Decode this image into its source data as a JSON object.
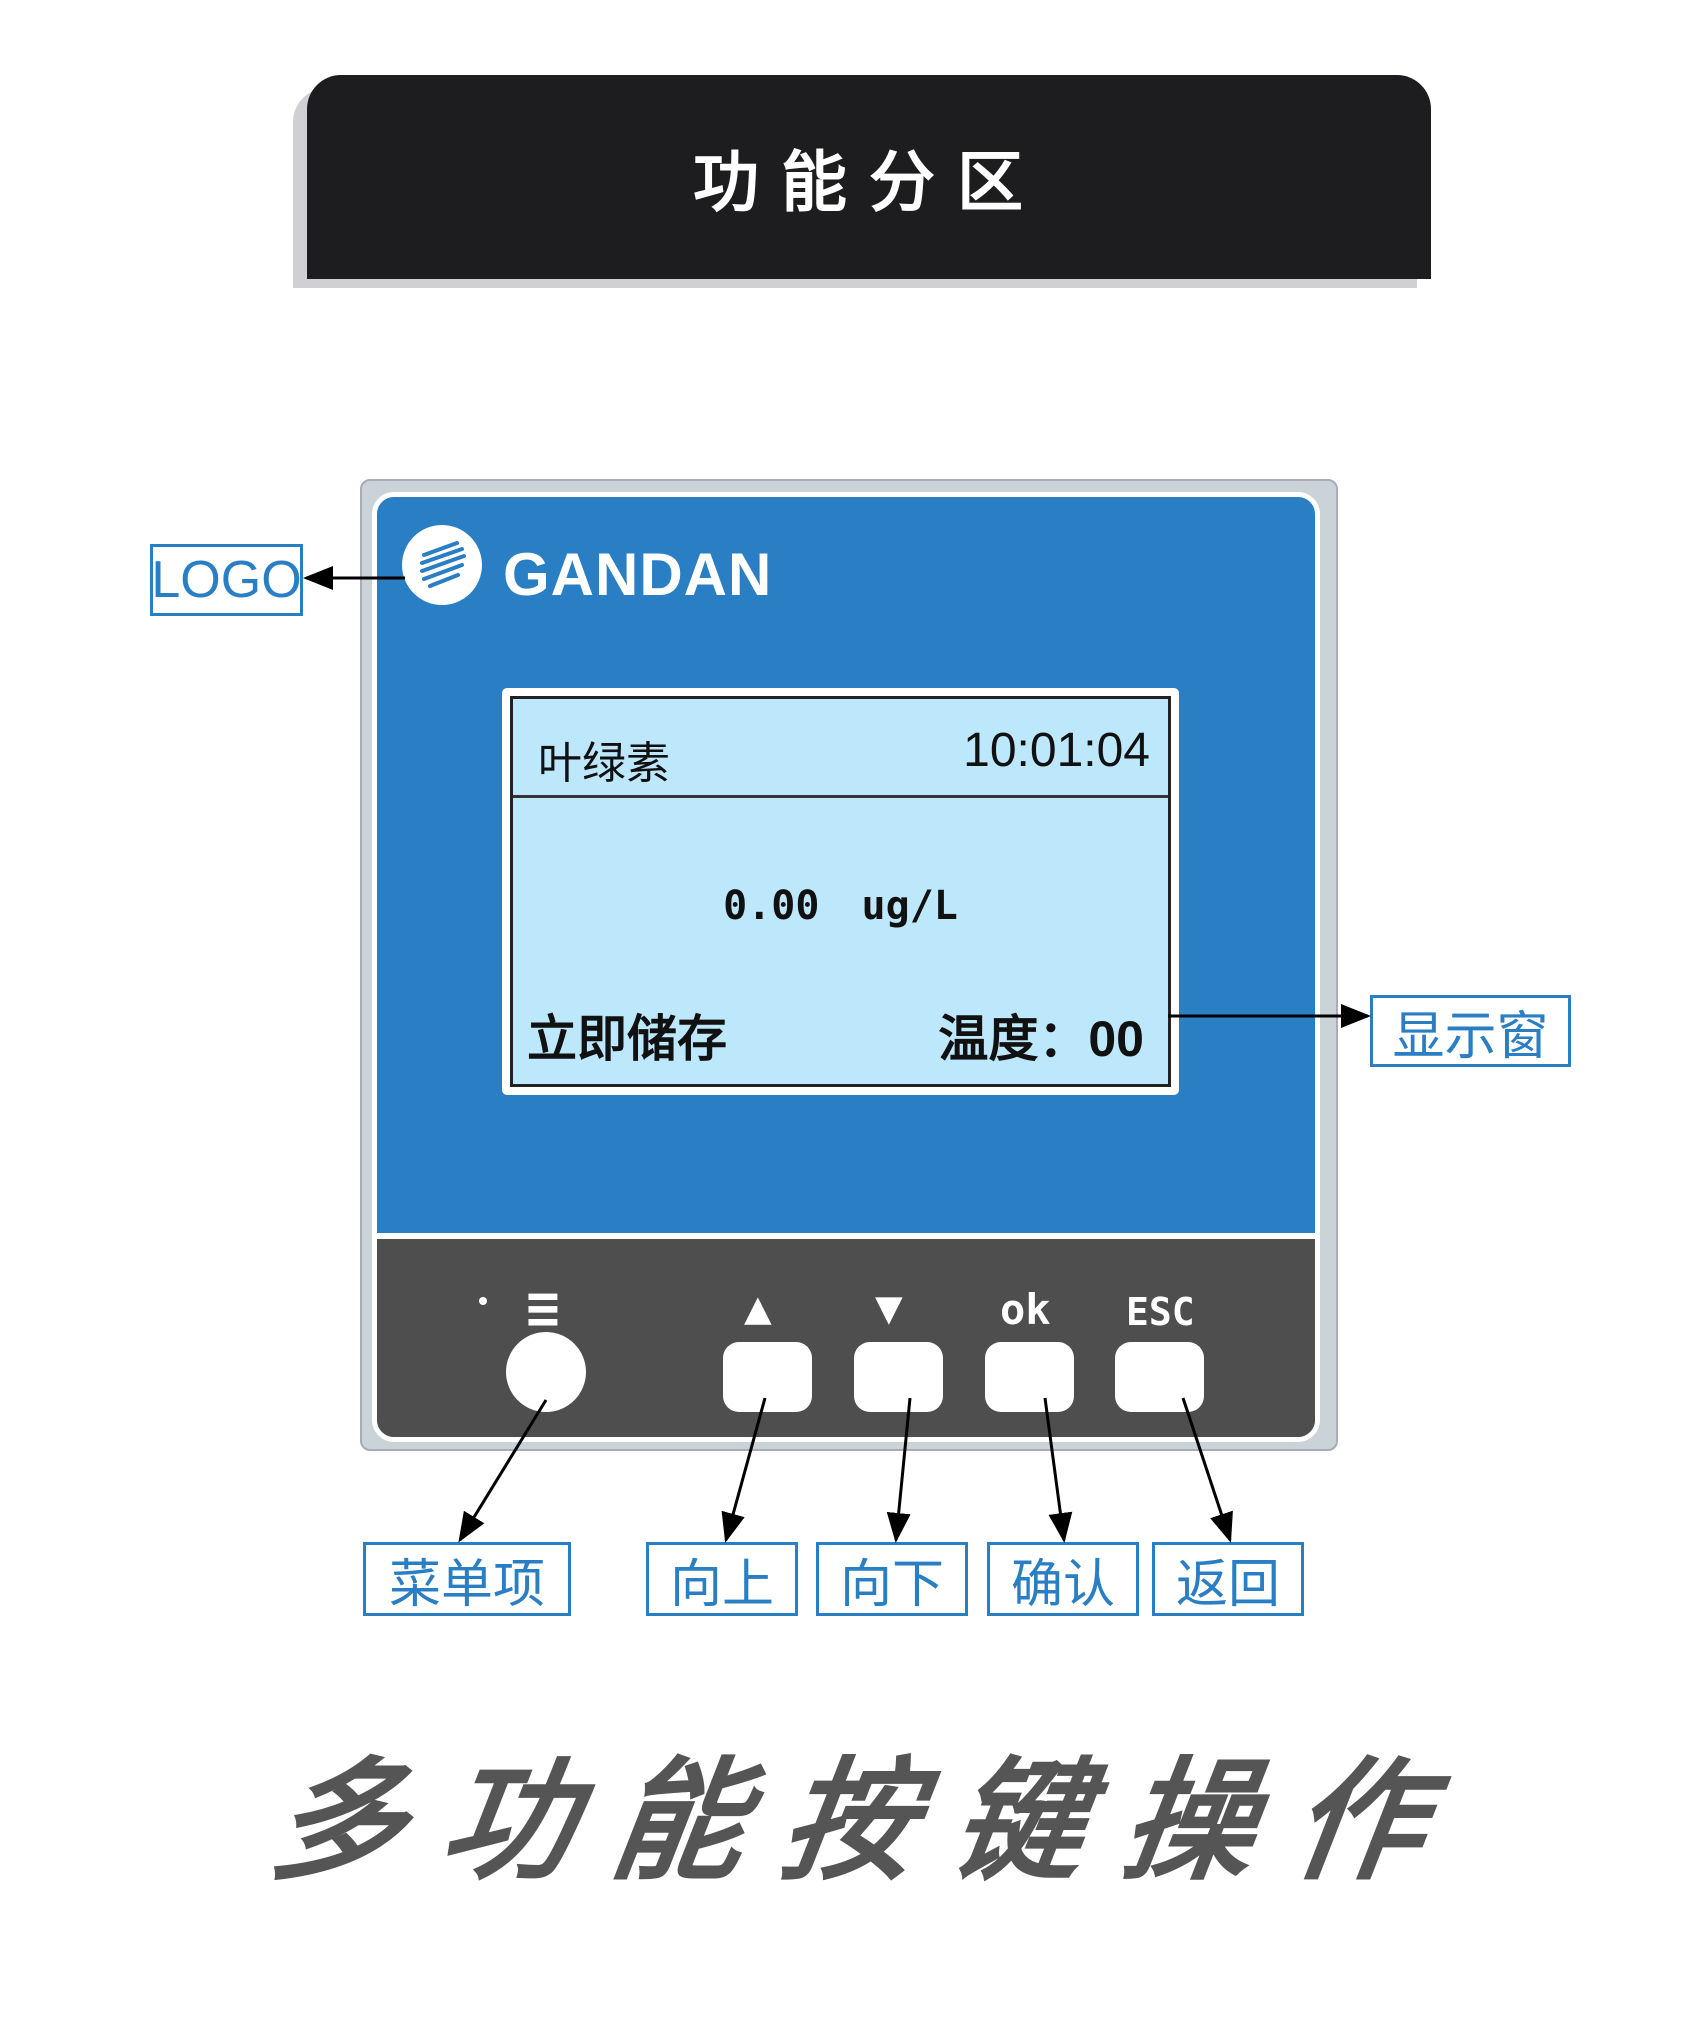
{
  "header": {
    "title": "功能分区"
  },
  "device": {
    "brand": "GANDAN",
    "lcd": {
      "parameter": "叶绿素",
      "time": "10:01:04",
      "value": "0.00",
      "unit": "ug/L",
      "action": "立即储存",
      "temp_label": "温度：",
      "temp_value": "00"
    },
    "keys": {
      "menu_symbol": "≡",
      "up_symbol": "▲",
      "down_symbol": "▼",
      "ok_label": "ok",
      "esc_label": "ESC"
    }
  },
  "callouts": {
    "logo": "LOGO",
    "display": "显示窗",
    "menu": "菜单项",
    "up": "向上",
    "down": "向下",
    "confirm": "确认",
    "back": "返回"
  },
  "footer": {
    "slogan": "多功能按键操作"
  },
  "colors": {
    "panel_blue": "#2a7ec4",
    "lcd_bg": "#bde7fb",
    "keypad": "#4e4e4e",
    "callout": "#2a7ec4"
  }
}
